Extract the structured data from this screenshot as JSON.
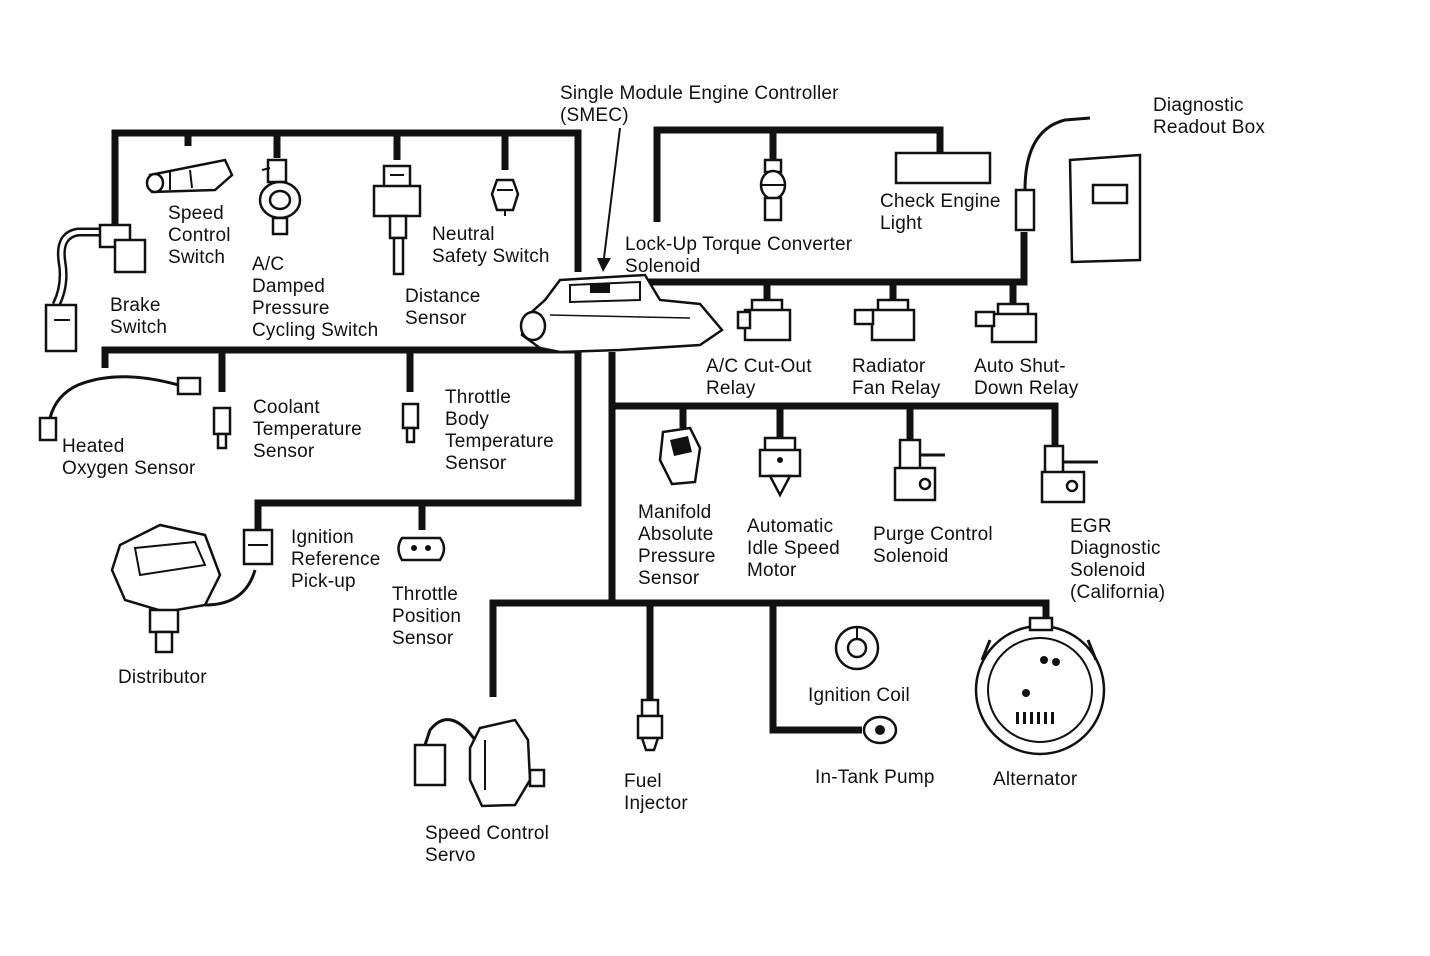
{
  "labels": {
    "smec": "Single Module Engine Controller\n(SMEC)",
    "diagnostic_readout_box": "Diagnostic\nReadout Box",
    "check_engine_light": "Check Engine\nLight",
    "lockup_torque_converter": "Lock-Up Torque Converter\nSolenoid",
    "speed_control_switch": "Speed\nControl\nSwitch",
    "ac_damped_pressure": "A/C\nDamped\nPressure\nCycling Switch",
    "neutral_safety_switch": "Neutral\nSafety Switch",
    "distance_sensor": "Distance\nSensor",
    "brake_switch": "Brake\nSwitch",
    "ac_cutout_relay": "A/C Cut-Out\nRelay",
    "radiator_fan_relay": "Radiator\nFan Relay",
    "auto_shutdown_relay": "Auto Shut-\nDown Relay",
    "heated_oxygen_sensor": "Heated\nOxygen Sensor",
    "coolant_temperature_sensor": "Coolant\nTemperature\nSensor",
    "throttle_body_temperature_sensor": "Throttle\nBody\nTemperature\nSensor",
    "manifold_absolute_pressure": "Manifold\nAbsolute\nPressure\nSensor",
    "automatic_idle_speed_motor": "Automatic\nIdle Speed\nMotor",
    "purge_control_solenoid": "Purge Control\nSolenoid",
    "egr_diagnostic_solenoid": "EGR\nDiagnostic\nSolenoid\n(California)",
    "ignition_reference_pickup": "Ignition\nReference\nPick-up",
    "throttle_position_sensor": "Throttle\nPosition\nSensor",
    "distributor": "Distributor",
    "ignition_coil": "Ignition Coil",
    "fuel_injector": "Fuel\nInjector",
    "in_tank_pump": "In-Tank Pump",
    "alternator": "Alternator",
    "speed_control_servo": "Speed Control\nServo"
  }
}
